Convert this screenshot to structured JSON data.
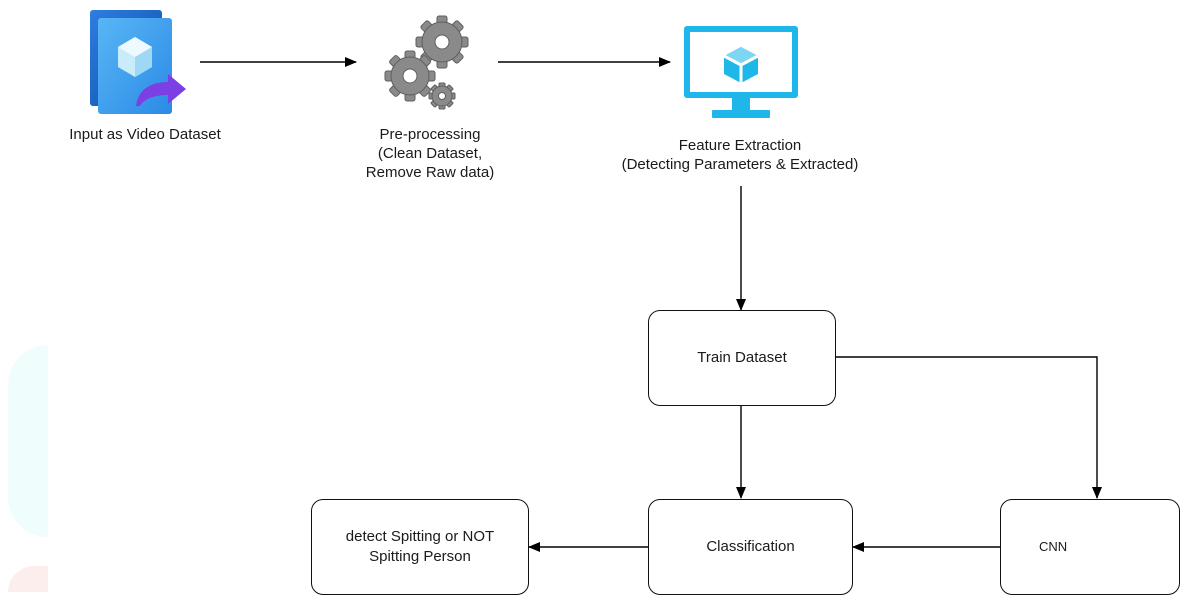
{
  "nodes": {
    "input": {
      "label": "Input as Video Dataset",
      "icon": "video-dataset-icon"
    },
    "preprocessing": {
      "line1": "Pre-processing",
      "line2": "(Clean Dataset,",
      "line3": "Remove Raw data)",
      "icon": "gears-icon"
    },
    "feature": {
      "line1": "Feature Extraction",
      "line2": "(Detecting Parameters & Extracted)",
      "icon": "monitor-icon"
    },
    "train": {
      "label": "Train Dataset"
    },
    "classification": {
      "label": "Classification"
    },
    "cnn": {
      "label": "CNN"
    },
    "detect": {
      "line1": "detect Spitting or NOT",
      "line2": "Spitting Person"
    }
  },
  "colors": {
    "arrow": "#000000",
    "video_icon_dark": "#1565c0",
    "video_icon_light": "#42a5f5",
    "video_icon_arrow": "#7b3fe4",
    "gear": "#8a8a8a",
    "monitor": "#1fb7ea"
  }
}
